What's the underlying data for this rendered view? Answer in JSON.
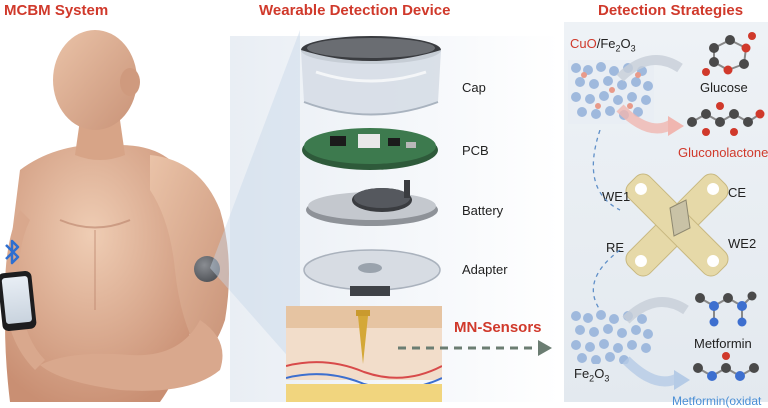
{
  "titles": {
    "left": "MCBM System",
    "middle": "Wearable  Detection Device",
    "right": "Detection Strategies"
  },
  "device_layers": {
    "cap": "Cap",
    "pcb": "PCB",
    "battery": "Battery",
    "adapter": "Adapter",
    "sensors": "MN-Sensors"
  },
  "strategies": {
    "catalyst_top_cuo": "CuO",
    "catalyst_top_fe": "/Fe",
    "catalyst_top_sub": "2",
    "catalyst_top_o": "O",
    "catalyst_top_sub2": "3",
    "glucose": "Glucose",
    "gluconolactone": "Gluconolactone",
    "we1": "WE1",
    "ce": "CE",
    "re": "RE",
    "we2": "WE2",
    "metformin": "Metformin",
    "catalyst_bottom_fe": "Fe",
    "catalyst_bottom_sub": "2",
    "catalyst_bottom_o": "O",
    "catalyst_bottom_sub2": "3",
    "metformin_oxidation": "Metformin(oxidat"
  },
  "colors": {
    "title_red": "#d0392b",
    "skin": "#e0b49a",
    "bluetooth": "#2f6fd0",
    "accent_blue": "#4a8fd6",
    "electrode": "#e6d9a8"
  },
  "icons": [
    "bluetooth-icon",
    "arrow-right-icon",
    "curved-arrow-icon"
  ]
}
